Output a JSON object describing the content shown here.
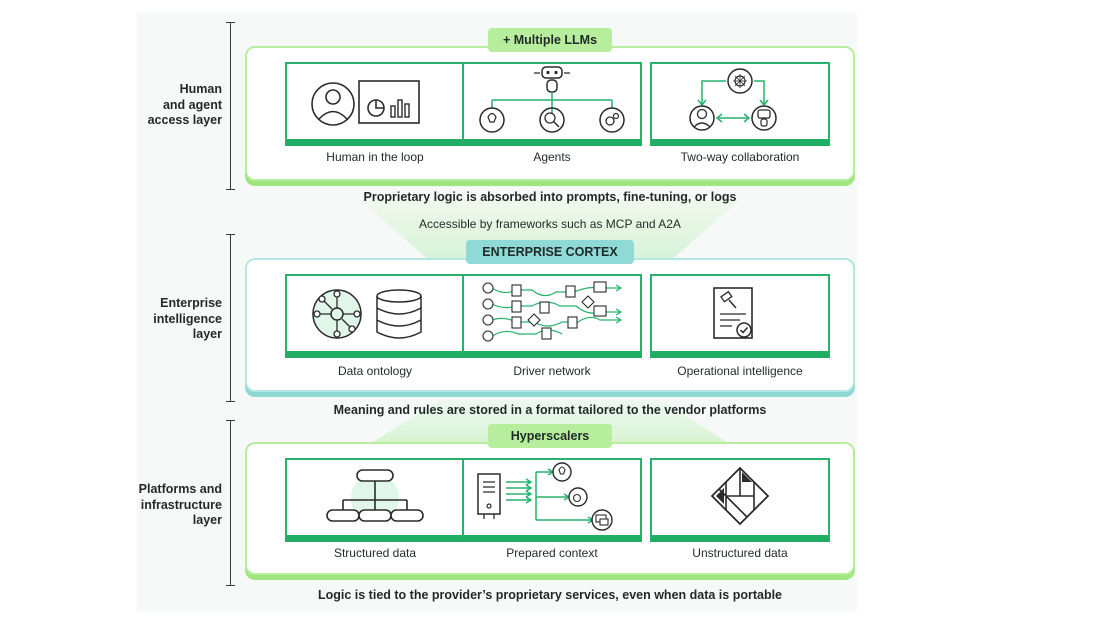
{
  "layers": {
    "human": {
      "label_lines": [
        "Human",
        "and agent",
        "access layer"
      ],
      "pill": "+ Multiple LLMs",
      "cards": [
        "Human in the loop",
        "Agents",
        "Two-way collaboration"
      ],
      "banner": "Proprietary logic is absorbed into prompts, fine-tuning, or logs"
    },
    "enterprise": {
      "label_lines": [
        "Enterprise",
        "intelligence",
        "layer"
      ],
      "access_note": "Accessible by frameworks such as MCP and A2A",
      "pill": "ENTERPRISE CORTEX",
      "cards": [
        "Data ontology",
        "Driver network",
        "Operational intelligence"
      ],
      "banner": "Meaning and rules are stored in a format tailored to the vendor platforms"
    },
    "platforms": {
      "label_lines": [
        "Platforms and",
        "infrastructure",
        "layer"
      ],
      "pill": "Hyperscalers",
      "cards": [
        "Structured data",
        "Prepared context",
        "Unstructured data"
      ],
      "banner": "Logic is tied to the provider’s proprietary services, even when data is portable"
    }
  },
  "icons": {
    "card_1_1": "person-with-chart-icon",
    "card_1_2": "agent-robot-network-icon",
    "card_1_3": "two-way-collaboration-icon",
    "card_2_1": "ontology-graph-database-icon",
    "card_2_2": "driver-network-flow-icon",
    "card_2_3": "document-gavel-check-icon",
    "card_3_1": "hierarchy-tree-icon",
    "card_3_2": "server-flow-icon",
    "card_3_3": "unstructured-diamond-icon"
  },
  "colors": {
    "accent_green": "#27b36b",
    "light_green": "#b7ee9e",
    "teal": "#8fd9d6",
    "text": "#1f2a27"
  }
}
